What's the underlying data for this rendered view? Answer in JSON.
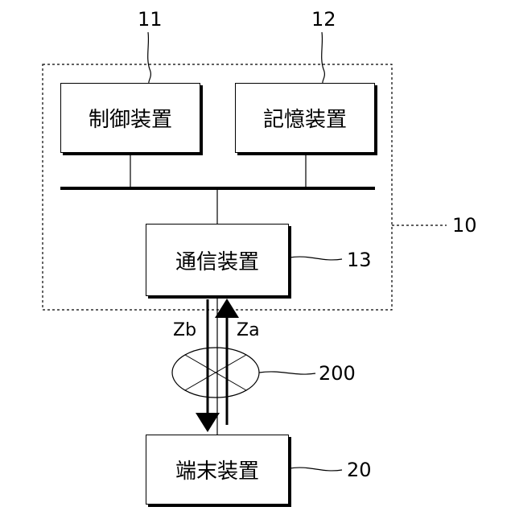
{
  "apparatus": {
    "ref": "10"
  },
  "control_device": {
    "label": "制御装置",
    "ref": "11"
  },
  "storage_device": {
    "label": "記憶装置",
    "ref": "12"
  },
  "communication_device": {
    "label": "通信装置",
    "ref": "13"
  },
  "network": {
    "ref": "200"
  },
  "terminal_device": {
    "label": "端末装置",
    "ref": "20"
  },
  "signals": {
    "downlink": "Zb",
    "uplink": "Za"
  }
}
